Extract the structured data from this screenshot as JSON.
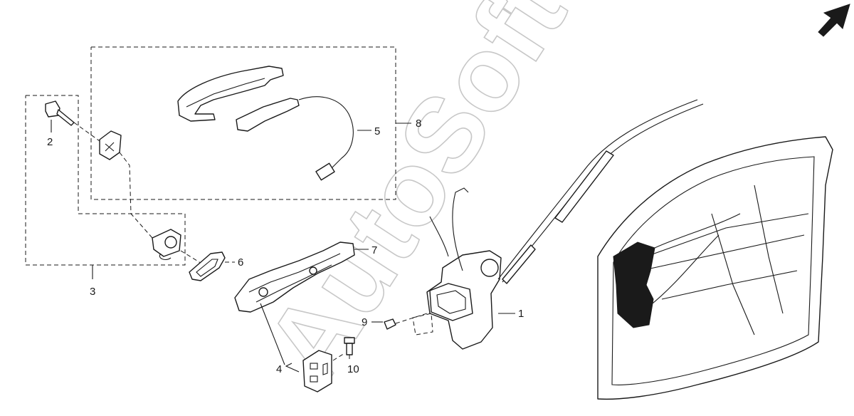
{
  "diagram": {
    "watermark": "AutoSoft",
    "callouts": [
      {
        "id": "1",
        "label": "1"
      },
      {
        "id": "2",
        "label": "2"
      },
      {
        "id": "3",
        "label": "3"
      },
      {
        "id": "4",
        "label": "4"
      },
      {
        "id": "5",
        "label": "5"
      },
      {
        "id": "6",
        "label": "6"
      },
      {
        "id": "7",
        "label": "7"
      },
      {
        "id": "8",
        "label": "8"
      },
      {
        "id": "9",
        "label": "9"
      },
      {
        "id": "10",
        "label": "10"
      }
    ],
    "icons": {
      "direction": "arrow-up-right-icon"
    }
  }
}
